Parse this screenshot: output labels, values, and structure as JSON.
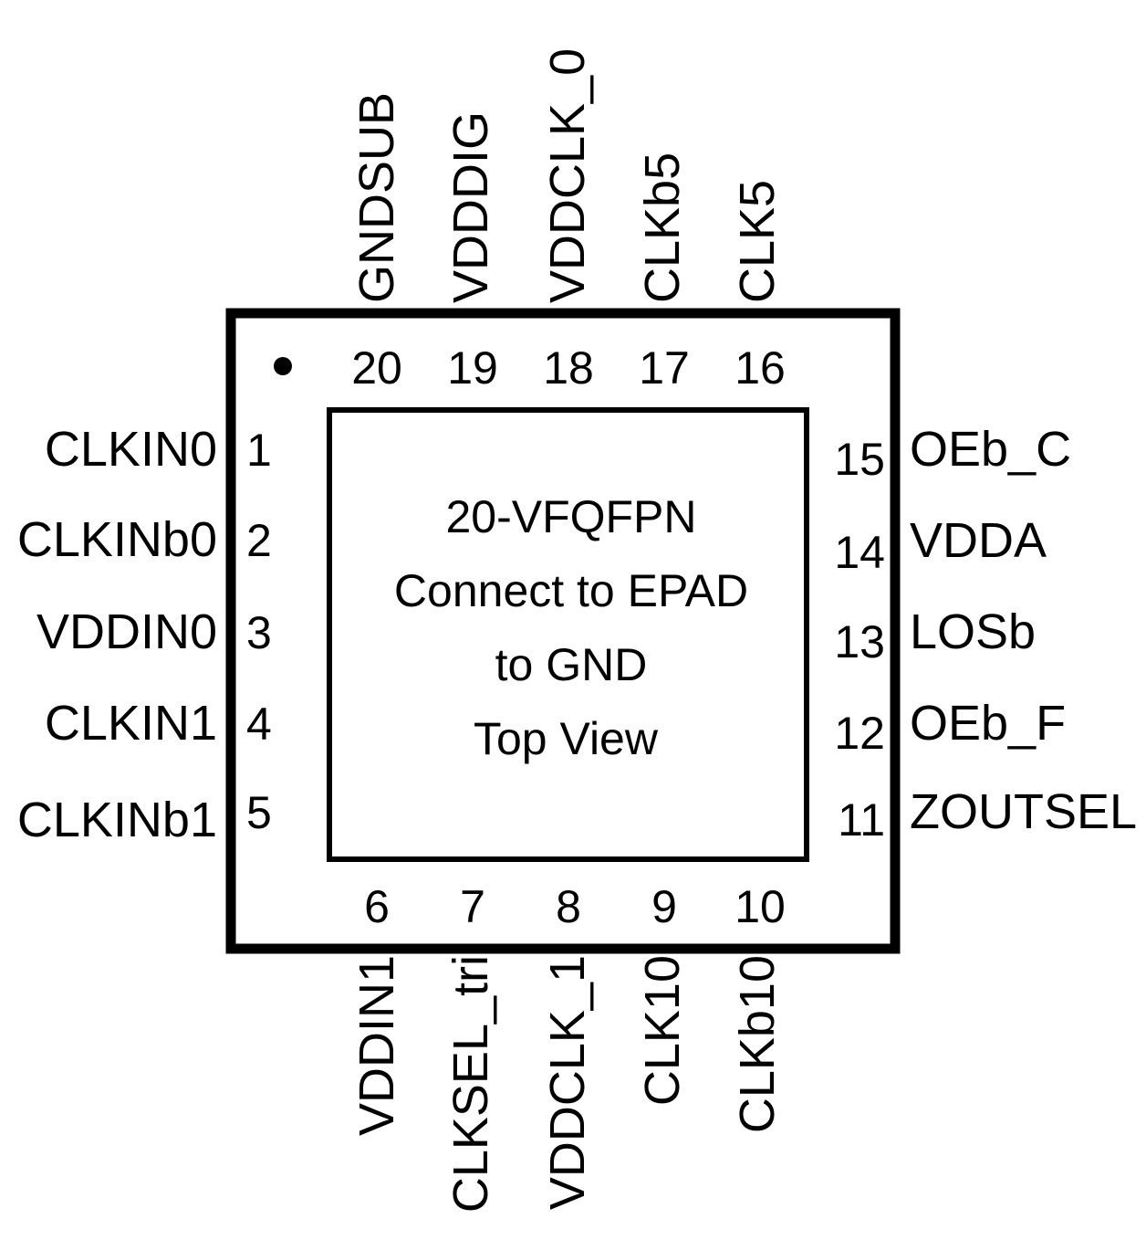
{
  "package": {
    "name": "20-VFQFPN",
    "note_line1": "Connect to EPAD",
    "note_line2": "to GND",
    "view": "Top View"
  },
  "colors": {
    "stroke": "#000000",
    "background": "#ffffff"
  },
  "pins": {
    "left": [
      {
        "num": "1",
        "name": "CLKIN0"
      },
      {
        "num": "2",
        "name": "CLKINb0"
      },
      {
        "num": "3",
        "name": "VDDIN0"
      },
      {
        "num": "4",
        "name": "CLKIN1"
      },
      {
        "num": "5",
        "name": "CLKINb1"
      }
    ],
    "bottom": [
      {
        "num": "6",
        "name": "VDDIN1"
      },
      {
        "num": "7",
        "name": "CLKSEL_tri"
      },
      {
        "num": "8",
        "name": "VDDCLK_1"
      },
      {
        "num": "9",
        "name": "CLK10"
      },
      {
        "num": "10",
        "name": "CLKb10"
      }
    ],
    "right": [
      {
        "num": "11",
        "name": "ZOUTSEL"
      },
      {
        "num": "12",
        "name": "OEb_F"
      },
      {
        "num": "13",
        "name": "LOSb"
      },
      {
        "num": "14",
        "name": "VDDA"
      },
      {
        "num": "15",
        "name": "OEb_C"
      }
    ],
    "top": [
      {
        "num": "16",
        "name": "CLK5"
      },
      {
        "num": "17",
        "name": "CLKb5"
      },
      {
        "num": "18",
        "name": "VDDCLK_0"
      },
      {
        "num": "19",
        "name": "VDDDIG"
      },
      {
        "num": "20",
        "name": "GNDSUB"
      }
    ]
  }
}
